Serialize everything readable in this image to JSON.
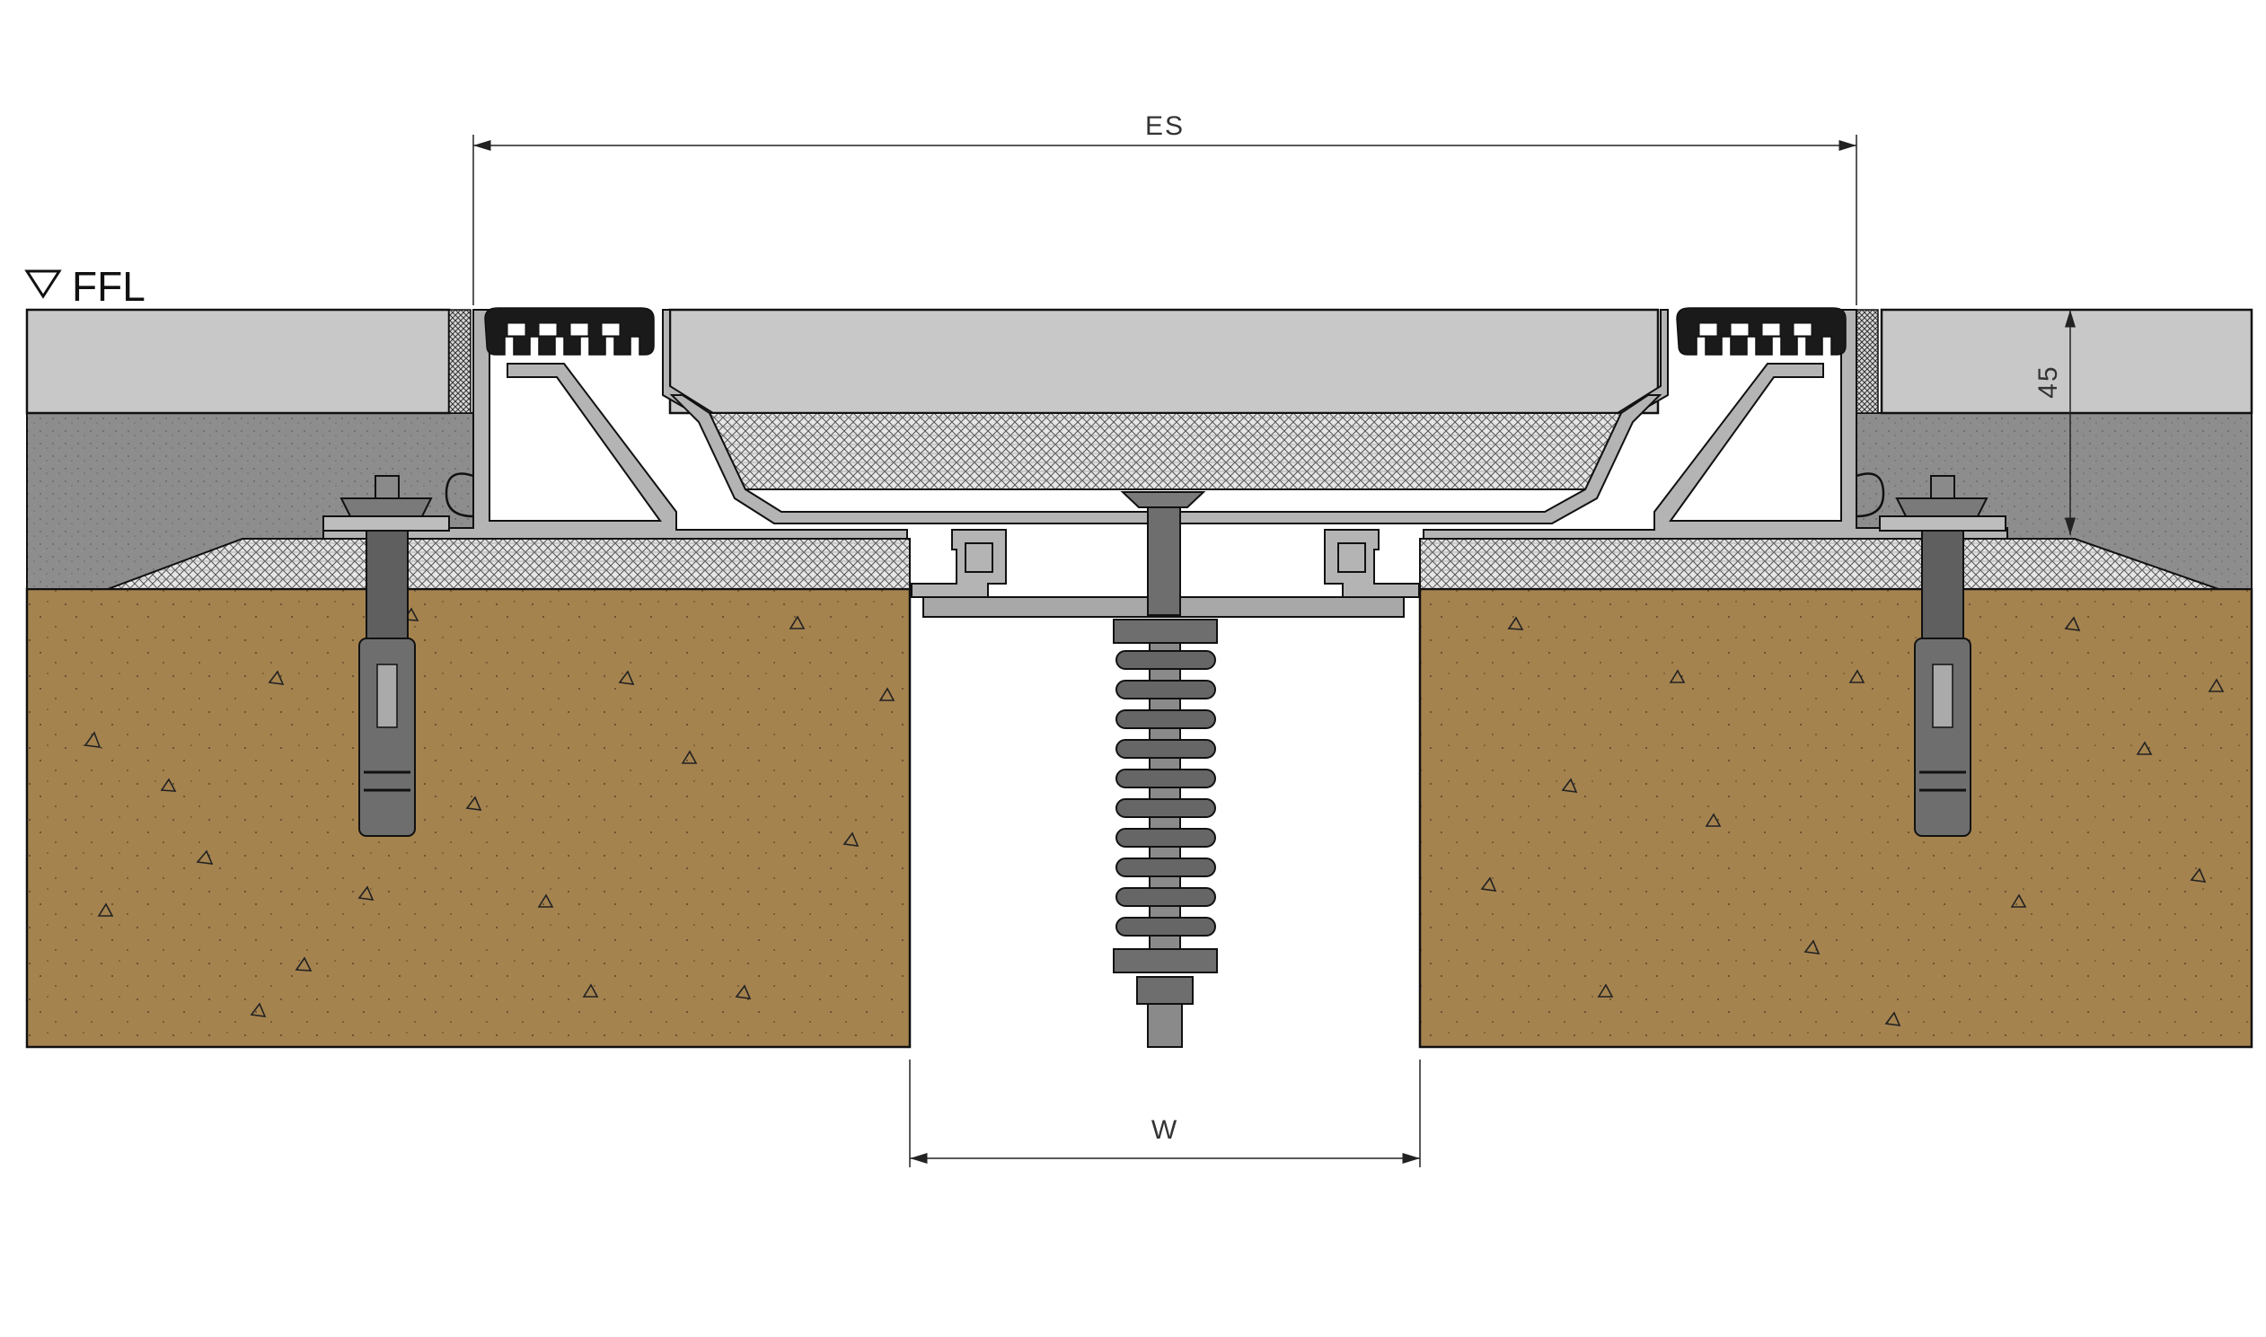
{
  "labels": {
    "level_marker": "FFL",
    "expansion_span": "ES",
    "joint_width": "W",
    "height_dimension": "45"
  },
  "colors": {
    "screed": "#c8c8c8",
    "concrete_layer": "#8c8c8c",
    "substrate": "#a5834f",
    "aluminium_profile": "#b4b4b4",
    "gasket": "#1a1a1a",
    "mortar_bed": "#d0d0d0",
    "steel": "#6e6e6e",
    "line": "#111111"
  },
  "icons": {
    "level_marker": "triangle-down-icon"
  }
}
